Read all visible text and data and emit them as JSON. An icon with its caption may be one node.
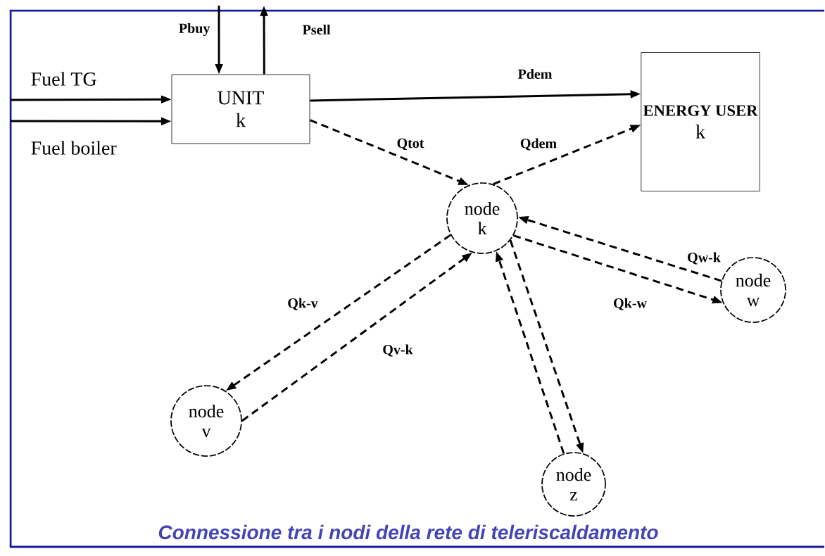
{
  "diagram": {
    "caption": "Connessione tra i nodi della rete di teleriscaldamento",
    "nodes": [
      {
        "text": [
          "UNIT",
          "k"
        ]
      },
      {
        "text": [
          "ENERGY USER",
          "k"
        ]
      },
      {
        "text": [
          "node",
          "k"
        ]
      },
      {
        "text": [
          "node",
          "v"
        ]
      },
      {
        "text": [
          "node",
          "w"
        ]
      },
      {
        "text": [
          "node",
          "z"
        ]
      }
    ],
    "edges": [
      {
        "from": null,
        "to": 0,
        "arrow": "to",
        "label": "Fuel TG"
      },
      {
        "from": null,
        "to": 0,
        "arrow": "to",
        "label": "Fuel boiler"
      },
      {
        "from": null,
        "to": 0,
        "arrow": "to",
        "label": "Pbuy"
      },
      {
        "from": 0,
        "to": null,
        "arrow": "to",
        "label": "Psell"
      },
      {
        "from": 0,
        "to": 1,
        "arrow": "to",
        "label": "Pdem"
      },
      {
        "from": 0,
        "to": 2,
        "arrow": "to",
        "label": "Qtot",
        "style": "dashed"
      },
      {
        "from": 2,
        "to": 1,
        "arrow": "to",
        "label": "Qdem",
        "style": "dashed"
      },
      {
        "from": 2,
        "to": 3,
        "arrow": "to",
        "label": "Qk-v",
        "style": "dashed"
      },
      {
        "from": 3,
        "to": 2,
        "arrow": "to",
        "label": "Qv-k",
        "style": "dashed"
      },
      {
        "from": 4,
        "to": 2,
        "arrow": "to",
        "label": "Qw-k",
        "style": "dashed"
      },
      {
        "from": 2,
        "to": 4,
        "arrow": "to",
        "label": "Qk-w",
        "style": "dashed"
      },
      {
        "from": 5,
        "to": 2,
        "arrow": "to",
        "style": "dashed"
      },
      {
        "from": 2,
        "to": 5,
        "arrow": "to",
        "style": "dashed"
      }
    ]
  }
}
